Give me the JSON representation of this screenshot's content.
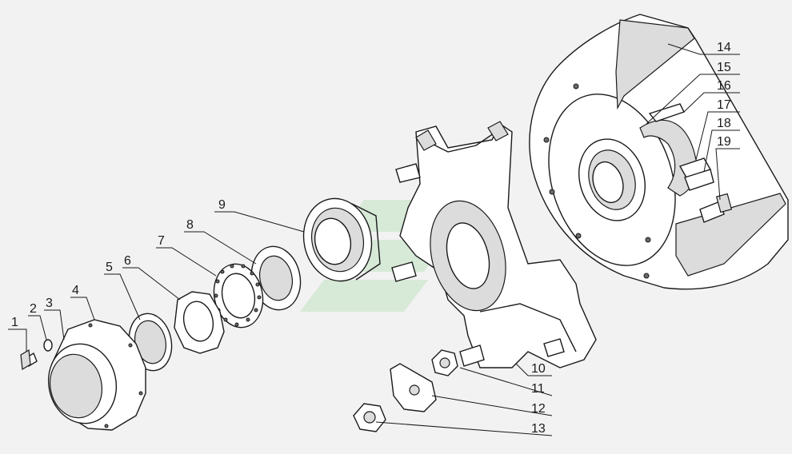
{
  "colors": {
    "background": "#f2f2f2",
    "ink": "#1a1a1a",
    "watermark": "#cfe5cf"
  },
  "callouts": [
    {
      "id": "1",
      "label": "1"
    },
    {
      "id": "2",
      "label": "2"
    },
    {
      "id": "3",
      "label": "3"
    },
    {
      "id": "4",
      "label": "4"
    },
    {
      "id": "5",
      "label": "5"
    },
    {
      "id": "6",
      "label": "6"
    },
    {
      "id": "7",
      "label": "7"
    },
    {
      "id": "8",
      "label": "8"
    },
    {
      "id": "9",
      "label": "9"
    },
    {
      "id": "10",
      "label": "10"
    },
    {
      "id": "11",
      "label": "11"
    },
    {
      "id": "12",
      "label": "12"
    },
    {
      "id": "13",
      "label": "13"
    },
    {
      "id": "14",
      "label": "14"
    },
    {
      "id": "15",
      "label": "15"
    },
    {
      "id": "16",
      "label": "16"
    },
    {
      "id": "17",
      "label": "17"
    },
    {
      "id": "18",
      "label": "18"
    },
    {
      "id": "19",
      "label": "19"
    }
  ]
}
